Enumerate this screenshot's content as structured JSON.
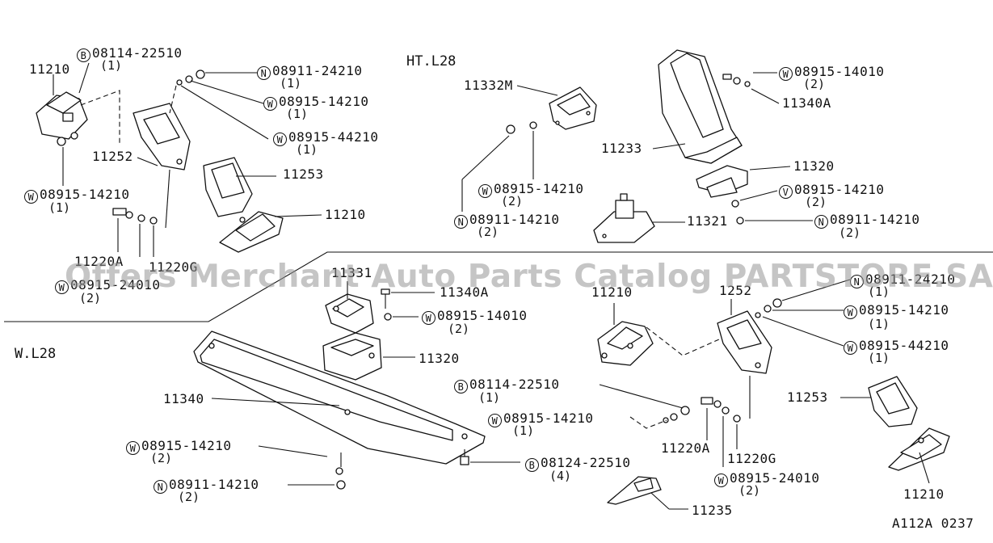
{
  "sections": {
    "ht": "HT.L28",
    "w": "W.L28"
  },
  "watermark": "Offers Merchant Auto Parts Catalog PARTSTORE.SA",
  "figure_code": "A112A 0237",
  "labels": {
    "p11210_a": "11210",
    "p08114_a": "08114-22510",
    "q08114_a": "(1)",
    "m08114_a": "B",
    "p08911_a": "08911-24210",
    "q08911_a": "(1)",
    "m08911_a": "N",
    "p08915_14_a": "08915-14210",
    "q08915_14_a": "(1)",
    "m08915_14_a": "W",
    "p08915_44_a": "08915-44210",
    "q08915_44_a": "(1)",
    "m08915_44_a": "W",
    "p11252_a": "11252",
    "p11253_a": "11253",
    "p08915_14_b": "08915-14210",
    "q08915_14_b": "(1)",
    "m08915_14_b": "W",
    "p11210_b": "11210",
    "p11220a_a": "11220A",
    "p11220g_a": "11220G",
    "p08915_24_a": "08915-24010",
    "q08915_24_a": "(2)",
    "m08915_24_a": "W",
    "p11332m": "11332M",
    "p08915_14_c": "08915-14210",
    "q08915_14_c": "(2)",
    "m08915_14_c": "W",
    "p08911_14_a": "08911-14210",
    "q08911_14_a": "(2)",
    "m08911_14_a": "N",
    "p08915_14010_a": "08915-14010",
    "q08915_14010_a": "(2)",
    "m08915_14010_a": "W",
    "p11340a_a": "11340A",
    "p11233": "11233",
    "p11320_a": "11320",
    "p08915_14_d": "08915-14210",
    "q08915_14_d": "(2)",
    "m08915_14_d": "V",
    "p11321": "11321",
    "p08911_14_b": "08911-14210",
    "q08911_14_b": "(2)",
    "m08911_14_b": "N",
    "p11331": "11331",
    "p11340a_b": "11340A",
    "p08915_14010_b": "08915-14010",
    "q08915_14010_b": "(2)",
    "m08915_14010_b": "W",
    "p11320_b": "11320",
    "p11340": "11340",
    "p08914_w": "08915-14210",
    "q08914_w": "(2)",
    "m08914_w": "W",
    "p08911_14_c": "08911-14210",
    "q08911_14_c": "(2)",
    "m08911_14_c": "N",
    "p11210_c": "11210",
    "p08114_b": "08114-22510",
    "q08114_b": "(1)",
    "m08114_b": "B",
    "p08915_14_e": "08915-14210",
    "q08915_14_e": "(1)",
    "m08915_14_e": "W",
    "p08124": "08124-22510",
    "q08124": "(4)",
    "m08124": "B",
    "p11235": "11235",
    "p11220a_b": "11220A",
    "p11220g_b": "11220G",
    "p08915_24_b": "08915-24010",
    "q08915_24_b": "(2)",
    "m08915_24_b": "W",
    "p1252": "1252",
    "p08911_24_b": "08911-24210",
    "q08911_24_b": "(1)",
    "m08911_24_b": "N",
    "p08915_14_f": "08915-14210",
    "q08915_14_f": "(1)",
    "m08915_14_f": "W",
    "p08915_44_b": "08915-44210",
    "q08915_44_b": "(1)",
    "m08915_44_b": "W",
    "p11253_b": "11253",
    "p11210_d": "11210"
  }
}
